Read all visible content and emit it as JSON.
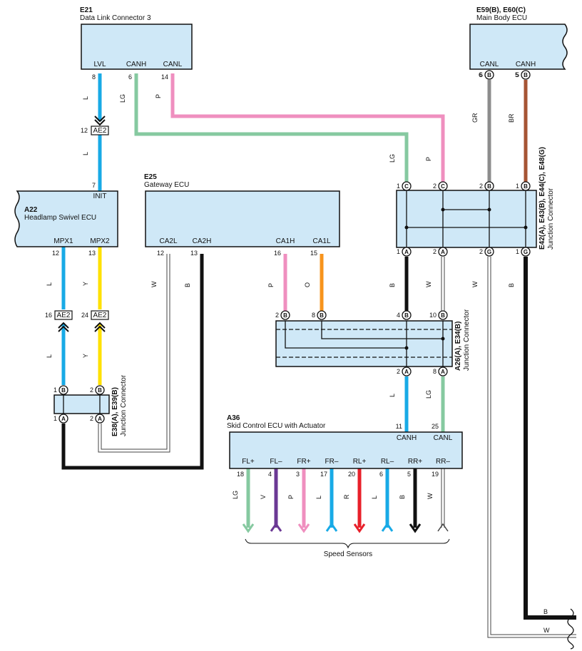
{
  "components": {
    "e21": {
      "code": "E21",
      "name": "Data Link Connector 3",
      "terms": [
        "LVL",
        "CANH",
        "CANL"
      ],
      "pins": [
        "8",
        "6",
        "14"
      ]
    },
    "e59": {
      "code": "E59(B), E60(C)",
      "name": "Main Body ECU",
      "terms": [
        "CANL",
        "CANH"
      ],
      "pins": [
        "6",
        "5"
      ]
    },
    "a22": {
      "code": "A22",
      "name": "Headlamp Swivel ECU",
      "init": "INIT",
      "init_pin": "7",
      "terms": [
        "MPX1",
        "MPX2"
      ],
      "pins": [
        "12",
        "13"
      ]
    },
    "e25": {
      "code": "E25",
      "name": "Gateway ECU",
      "terms": [
        "CA2L",
        "CA2H",
        "CA1H",
        "CA1L"
      ],
      "pins": [
        "12",
        "13",
        "16",
        "15"
      ]
    },
    "e42": {
      "code": "E42(A), E43(B), E44(C), E48(G)",
      "name": "Junction Connector",
      "top_pins": [
        "1",
        "2",
        "2",
        "1"
      ],
      "top_conn": [
        "C",
        "C",
        "B",
        "B"
      ],
      "bot_pins": [
        "1",
        "2",
        "2",
        "1"
      ],
      "bot_conn": [
        "A",
        "A",
        "G",
        "G"
      ]
    },
    "a26": {
      "code": "A26(A), E34(B)",
      "name": "Junction Connector",
      "top_pins": [
        "2",
        "8",
        "4",
        "10"
      ],
      "top_conn": [
        "B",
        "B",
        "B",
        "B"
      ],
      "bot_pins": [
        "2",
        "8"
      ],
      "bot_conn": [
        "A",
        "A"
      ]
    },
    "e38": {
      "code": "E38(A), E39(B)",
      "name": "Junction Connector",
      "top_pins": [
        "1",
        "2"
      ],
      "top_conn": [
        "B",
        "B"
      ],
      "bot_pins": [
        "1",
        "2"
      ],
      "bot_conn": [
        "A",
        "A"
      ]
    },
    "a36": {
      "code": "A36",
      "name": "Skid Control ECU with Actuator",
      "can_terms": [
        "CANH",
        "CANL"
      ],
      "can_pins": [
        "11",
        "25"
      ],
      "sensor_terms": [
        "FL+",
        "FL–",
        "FR+",
        "FR–",
        "RL+",
        "RL–",
        "RR+",
        "RR–"
      ],
      "sensor_pins": [
        "18",
        "4",
        "3",
        "17",
        "20",
        "6",
        "5",
        "19"
      ]
    }
  },
  "ae2": {
    "label": "AE2",
    "pins": [
      "12",
      "16",
      "24"
    ]
  },
  "wire_colors": {
    "lvl": "L",
    "canh": "LG",
    "canl": "P",
    "body_canl": "GR",
    "body_canh": "BR",
    "init": "L",
    "mpx1_a": "L",
    "mpx2_a": "Y",
    "mpx1_b": "L",
    "mpx2_b": "Y",
    "ca2l": "W",
    "ca2h": "B",
    "ca1h": "P",
    "ca1l": "O",
    "jc_b": "B",
    "jc_w": "W",
    "jc_w2": "W",
    "jc_b2": "B",
    "can_l": "L",
    "can_lg": "LG",
    "sensors": [
      "LG",
      "V",
      "P",
      "L",
      "R",
      "L",
      "B",
      "W"
    ],
    "exit_b": "B",
    "exit_w": "W"
  },
  "colors": {
    "L": "#18aae6",
    "LG": "#86c9a0",
    "P": "#ef8fbf",
    "GR": "#8c8c8c",
    "BR": "#a65434",
    "Y": "#ffe100",
    "W": "#ffffff",
    "B": "#111111",
    "O": "#f7941d",
    "V": "#6b3894",
    "R": "#e8202a",
    "box_fill": "#cfe8f7"
  },
  "speed_sensors_label": "Speed Sensors"
}
